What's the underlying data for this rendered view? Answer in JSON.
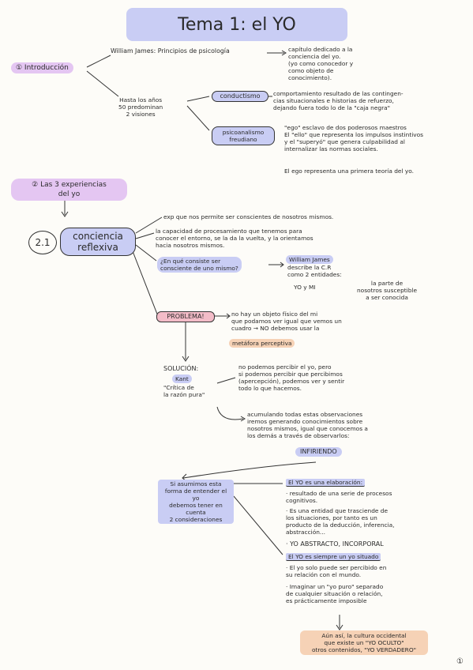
{
  "title": "Tema 1: el YO",
  "intro": {
    "label": "① Introducción",
    "william": "William James: Principios de psicología",
    "william_desc": [
      "capítulo dedicado a la",
      "conciencia del yo.",
      "(yo como conocedor y",
      "como objeto de",
      "conocimiento)."
    ],
    "hasta": [
      "Hasta los años",
      "50 predominan",
      "2 visiones"
    ],
    "conductismo": "conductismo",
    "conductismo_desc": [
      "comportamiento resultado de las contingen-",
      "cias situacionales e historias de refuerzo,",
      "dejando fuera todo lo de la \"caja negra\""
    ],
    "psico": [
      "psicoanalismo",
      "freudiano"
    ],
    "psico_desc": [
      "\"ego\" esclavo de dos poderosos maestros",
      "El \"ello\" que representa los impulsos instintivos",
      "y el \"superyó\" que genera culpabilidad al",
      "internalizar las normas sociales."
    ],
    "ego_line": "El ego representa una primera teoría del yo."
  },
  "section2": {
    "label": [
      "② Las 3 experiencias",
      "del yo"
    ]
  },
  "section21": {
    "num": "2.1",
    "label": [
      "conciencia",
      "reflexiva"
    ],
    "exp": "exp que nos permite ser conscientes de nosotros mismos.",
    "capacidad": [
      "la capacidad de procesamiento que tenemos para",
      "conocer el entorno, se la da la vuelta, y la orientamos",
      "hacia nosotros mismos."
    ],
    "question": [
      "¿En qué consiste ser",
      "consciente de uno mismo?"
    ],
    "wj": "William James",
    "wj_desc": [
      "describe la C.R",
      "como 2 entidades:"
    ],
    "yo_mi": "YO y MI",
    "yo_mi_desc": [
      "la parte de",
      "nosotros susceptible",
      "a ser conocida"
    ],
    "problema": "PROBLEMA!",
    "problema_desc": [
      "no hay un objeto físico del mi",
      "que podamos ver igual que vemos un",
      "cuadro → NO debemos usar la"
    ],
    "metafora": "metáfora perceptiva",
    "solucion": "SOLUCIÓN:",
    "kant": "Kant",
    "critica": [
      "\"Crítica de",
      "la razón pura\""
    ],
    "kant_desc": [
      "no podemos percibir el yo, pero",
      "si podemos percibir que percibimos",
      "(apercepción), podemos ver y sentir",
      "todo lo que hacemos."
    ],
    "acumulando": [
      "acumulando todas estas observaciones",
      "iremos generando conocimientos sobre",
      "nosotros mismos, igual que conocemos a",
      "los demás a través de observarlos:"
    ],
    "infiriendo": "INFIRIENDO"
  },
  "consider": {
    "label": [
      "Si asumimos esta",
      "forma de entender el yo",
      "debemos tener en cuenta",
      "2 consideraciones"
    ],
    "c1_title": "El YO es una elaboración:",
    "c1_items": [
      [
        "· resultado de una serie de procesos",
        "cognitivos."
      ],
      [
        "· Es una entidad que trasciende de",
        "los situaciones, por tanto es un",
        "producto de la deducción, inferencia,",
        "abstracción..."
      ],
      [
        "· YO ABSTRACTO, INCORPORAL"
      ]
    ],
    "c2_title": "El YO es siempre un yo situado",
    "c2_items": [
      [
        "· El yo solo puede ser percibido en",
        "su relación con el mundo."
      ],
      [
        "· Imaginar un \"yo puro\" separado",
        "de cualquier situación o relación,",
        "es prácticamente imposible"
      ]
    ],
    "final": [
      "Aún así, la cultura occidental",
      "que existe un \"YO OCULTO\"",
      "otros contenidos, \"YO VERDADERO\""
    ]
  },
  "page_number": "①"
}
